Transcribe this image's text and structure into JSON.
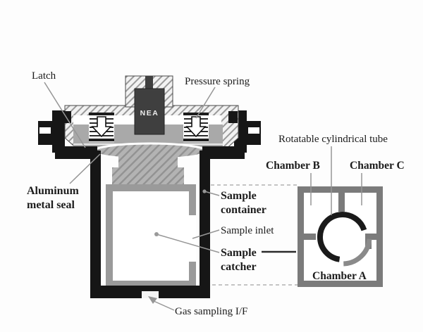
{
  "figure": {
    "title_semantics": "Sample container and catcher cross-section with chamber section view",
    "main_view": {
      "labels": {
        "latch": "Latch",
        "pressure_spring": "Pressure spring",
        "nea": "NEA",
        "aluminum_seal": [
          "Aluminum",
          "metal seal"
        ],
        "sample_container": [
          "Sample",
          "container"
        ],
        "sample_inlet": "Sample inlet",
        "sample_catcher": [
          "Sample",
          "catcher"
        ],
        "gas_sampling_if": "Gas sampling I/F"
      }
    },
    "catcher_section_view": {
      "labels": {
        "rotatable_tube": "Rotatable cylindrical tube",
        "chamber_b": "Chamber B",
        "chamber_c": "Chamber C",
        "chamber_a": "Chamber A"
      }
    },
    "colors": {
      "outline_black": "#161616",
      "flange_gray": "#a9a9a9",
      "catcher_wall_gray": "#9a9a9a",
      "chamber_wall_gray": "#7b7b7b",
      "nea_block_gray": "#3f3f3f",
      "pointer_gray": "#969696",
      "tube_black_arc": "#1a1a1a",
      "tube_gray_arc": "#8a8a8a",
      "hatch_line_gray": "#9a9a9a"
    }
  }
}
